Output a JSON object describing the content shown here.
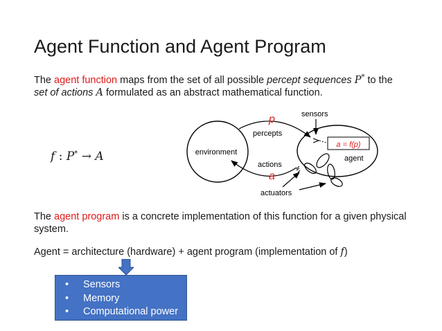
{
  "title": "Agent Function and Agent Program",
  "intro": {
    "t1": "The ",
    "highlight": "agent function",
    "t2": " maps from the set of all possible ",
    "em1": "percept sequences",
    "sym1": "P",
    "sup1": "*",
    "t3": " to the",
    "em2": "set of actions",
    "sym2": "A",
    "t4": " formulated as an abstract mathematical function."
  },
  "formula": {
    "f": "f",
    "colon": " : ",
    "p": "P",
    "star": "*",
    "arrow": " → ",
    "a": "A"
  },
  "diagram": {
    "environment": "environment",
    "percepts": "percepts",
    "actions": "actions",
    "sensors": "sensors",
    "actuators": "actuators",
    "agent": "agent",
    "p": "p",
    "a": "a",
    "equation": "a = f(p)"
  },
  "program": {
    "t1": "The ",
    "highlight": "agent program",
    "t2": " is a concrete implementation of this function for a given physical system."
  },
  "agent_line": {
    "t1": "Agent = architecture (hardware) + agent program (implementation of ",
    "f": "f",
    "t2": ")"
  },
  "box": {
    "bullet": "•",
    "items": [
      "Sensors",
      "Memory",
      "Computational power"
    ]
  },
  "colors": {
    "highlight": "#e01b1b",
    "box": "#4472c4",
    "arrow": "#4472c4"
  }
}
